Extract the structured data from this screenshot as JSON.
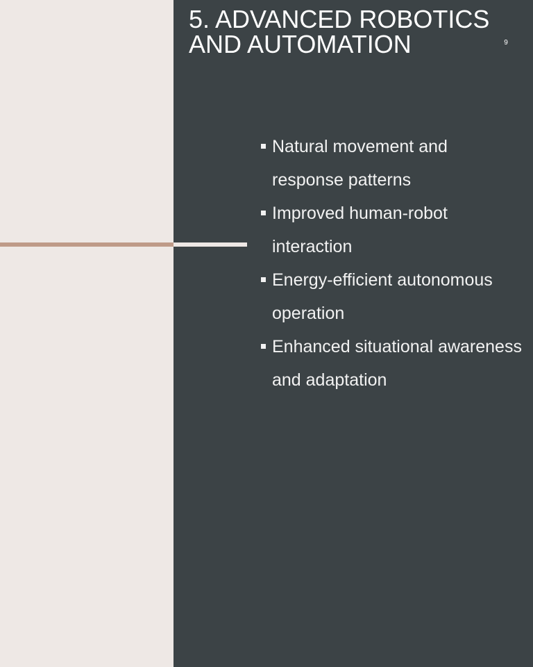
{
  "slide": {
    "title": "5. ADVANCED ROBOTICS AND AUTOMATION",
    "number": "9",
    "bullets": [
      {
        "text": "Natural movement and response patterns"
      },
      {
        "text": "Improved human-robot interaction"
      },
      {
        "text": "Energy-efficient autonomous operation"
      },
      {
        "text": "Enhanced situational awareness and adaptation"
      }
    ]
  },
  "colors": {
    "left_background": "#EEE8E5",
    "right_background": "#3C4346",
    "accent": "#BE9A88",
    "text": "#FFFFFF"
  },
  "icons": {
    "bullet": "square-bullet-icon"
  }
}
